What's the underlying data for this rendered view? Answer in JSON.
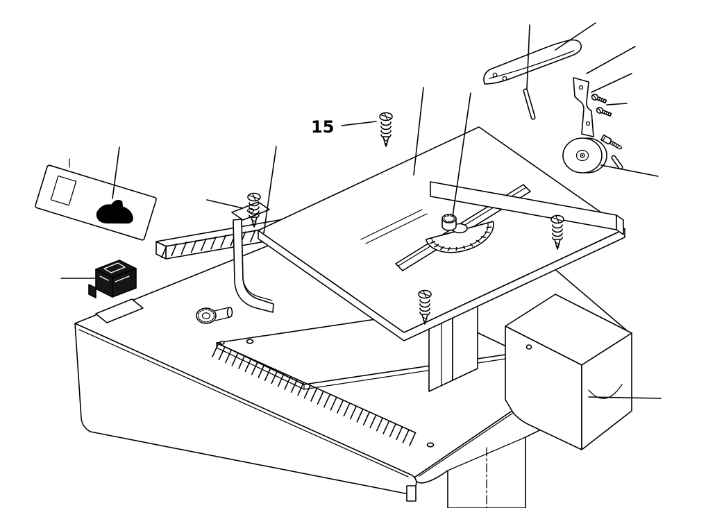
{
  "figure": {
    "background": "#ffffff",
    "line_color": "#000000",
    "labels": {
      "item_15": "15"
    },
    "parts": [
      "warning-label",
      "power-switch",
      "lock-knob",
      "handle-bracket",
      "front-rail",
      "table-top",
      "miter-gauge",
      "miter-bar",
      "rear-fence",
      "screw-with-spring",
      "blade-guard",
      "guard-pin",
      "riving-knife-bracket",
      "guard-screws",
      "blade-flange",
      "flange-bolt",
      "flange-pin",
      "dust-cover",
      "base-housing"
    ]
  }
}
